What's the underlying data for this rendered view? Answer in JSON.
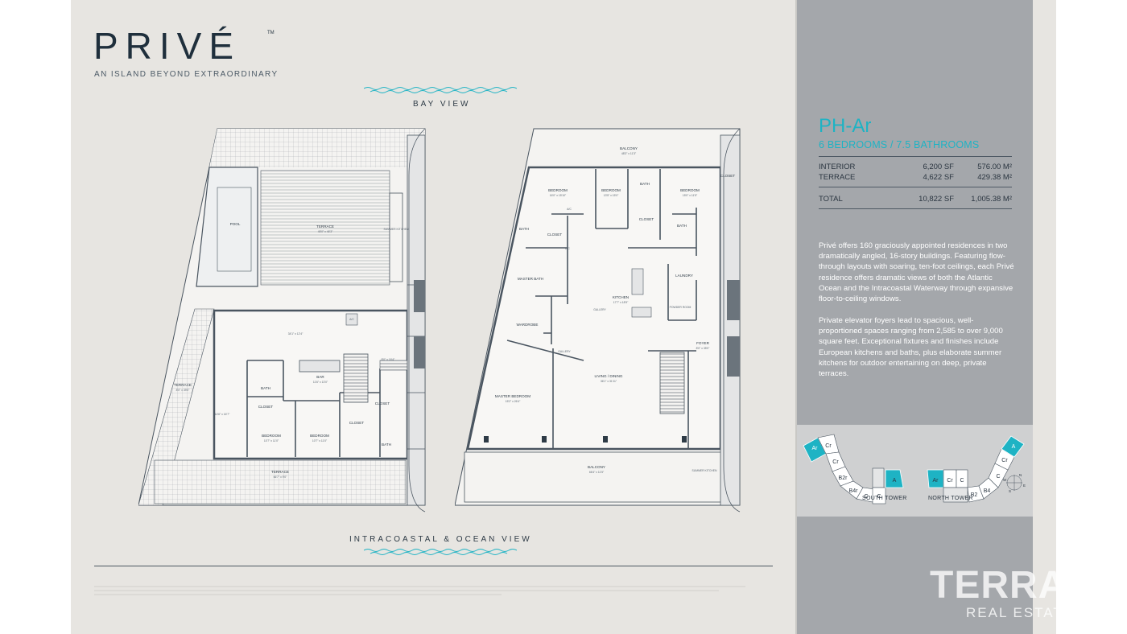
{
  "brand": {
    "logo": "PRIVÉ",
    "trademark": "TM",
    "tagline": "AN ISLAND BEYOND EXTRAORDINARY"
  },
  "views": {
    "top": "BAY VIEW",
    "bottom": "INTRACOASTAL & OCEAN VIEW"
  },
  "upper_plan": {
    "rooms": [
      {
        "name": "POOL",
        "dims": ""
      },
      {
        "name": "TERRACE",
        "dims": "45'0\" x 46'3\""
      },
      {
        "name": "SUMMER KITCHEN",
        "dims": ""
      },
      {
        "name": "TERRACE",
        "dims": "8'0\" x 39'0\""
      },
      {
        "name": "TERRACE",
        "dims": "66'7\" x 9'0\""
      },
      {
        "name": "BAR",
        "dims": "11'6\" x 13'0\""
      },
      {
        "name": "BATH",
        "dims": ""
      },
      {
        "name": "CLOSET",
        "dims": ""
      },
      {
        "name": "BEDROOM",
        "dims": "10'7\" x 11'0\""
      },
      {
        "name": "BEDROOM",
        "dims": "10'7\" x 11'0\""
      },
      {
        "name": "CLOSET",
        "dims": ""
      },
      {
        "name": "BATH",
        "dims": ""
      },
      {
        "name": "CLOSET",
        "dims": ""
      }
    ],
    "misc": [
      "34'1\" x 12'4\"",
      "14'6\" x 16'7\"",
      "8'0\" x 16'4\"",
      "A/C"
    ]
  },
  "lower_plan": {
    "rooms": [
      {
        "name": "BALCONY",
        "dims": "48'3\" x 11'3\""
      },
      {
        "name": "BEDROOM",
        "dims": "16'0\" x 15'10\""
      },
      {
        "name": "BEDROOM",
        "dims": "13'5\" x 15'0\""
      },
      {
        "name": "BEDROOM",
        "dims": "15'0\" x 11'5\""
      },
      {
        "name": "CLOSET",
        "dims": ""
      },
      {
        "name": "BATH",
        "dims": ""
      },
      {
        "name": "CLOSET",
        "dims": ""
      },
      {
        "name": "BATH",
        "dims": ""
      },
      {
        "name": "CLOSET",
        "dims": ""
      },
      {
        "name": "BATH",
        "dims": ""
      },
      {
        "name": "MASTER BATH",
        "dims": ""
      },
      {
        "name": "WARDROBE",
        "dims": ""
      },
      {
        "name": "MASTER BEDROOM",
        "dims": "15'2\" x 26'4\""
      },
      {
        "name": "KITCHEN",
        "dims": "17'7\" x 18'9\""
      },
      {
        "name": "LAUNDRY",
        "dims": ""
      },
      {
        "name": "POWDER ROOM",
        "dims": ""
      },
      {
        "name": "FOYER",
        "dims": "8'0\" x 35'0\""
      },
      {
        "name": "LIVING / DINING",
        "dims": "36'1\" x 31'11\""
      },
      {
        "name": "BALCONY",
        "dims": "66'4\" x 11'5\""
      },
      {
        "name": "SUMMER KITCHEN",
        "dims": ""
      }
    ],
    "misc": [
      "A/C",
      "A/C",
      "GALLERY",
      "GALLERY"
    ]
  },
  "unit": {
    "name": "PH-Ar",
    "rooms": "6 BEDROOMS / 7.5 BATHROOMS",
    "areas": [
      {
        "label": "INTERIOR",
        "sf": "6,200 SF",
        "m2": "576.00 M²"
      },
      {
        "label": "TERRACE",
        "sf": "4,622 SF",
        "m2": "429.38 M²"
      }
    ],
    "total": {
      "label": "TOTAL",
      "sf": "10,822  SF",
      "m2": "1,005.38 M²"
    }
  },
  "description": [
    "Privé offers 160 graciously appointed residences in two dramatically angled, 16-story buildings. Featuring flow-through layouts with soaring, ten-foot ceilings, each Privé residence offers dramatic views of both the Atlantic Ocean and the Intracoastal Waterway through expansive floor-to-ceiling windows.",
    "Private elevator foyers lead to spacious, well-proportioned spaces ranging from 2,585 to over 9,000 square feet.  Exceptional fixtures and finishes include European kitchens and baths, plus elaborate summer kitchens for outdoor entertaining on deep, private terraces."
  ],
  "key_plan": {
    "south_tower": {
      "label": "SOUTH TOWER",
      "units": [
        "Ar",
        "Cr",
        "Cr",
        "B2r",
        "B4r",
        "C",
        "C",
        "A"
      ]
    },
    "north_tower": {
      "label": "NORTH TOWER",
      "units": [
        "Ar",
        "Cr",
        "C",
        "B2",
        "B4",
        "C",
        "Cr",
        "A"
      ]
    },
    "compass": [
      "N",
      "S",
      "E",
      "W"
    ],
    "highlight_color": "#1eb3c4"
  },
  "watermark": {
    "line1": "TERRA",
    "line2": "REAL ESTATE"
  },
  "colors": {
    "accent": "#1eb3c4",
    "panel": "#a4a7ab",
    "sheet": "#e7e5e1",
    "ink": "#1f2f3c"
  }
}
